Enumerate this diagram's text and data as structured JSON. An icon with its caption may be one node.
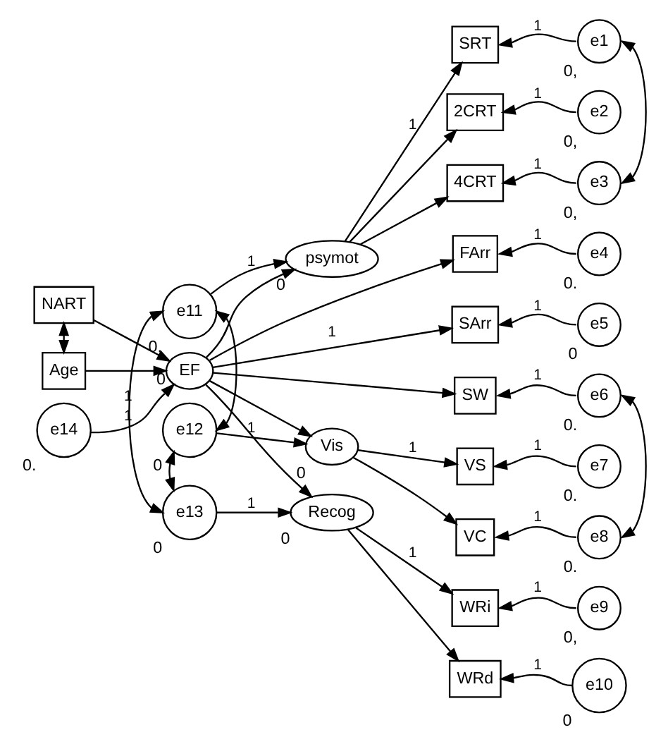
{
  "diagram": {
    "nodes": [
      {
        "text": [
          "NART"
        ]
      },
      {
        "text": [
          "Age"
        ]
      },
      {
        "text": [
          "e14"
        ],
        "beside": [
          "0."
        ]
      },
      {
        "text": [
          "EF"
        ],
        "beside": [
          "0"
        ]
      },
      {
        "text": [
          "e11"
        ],
        "beside": [
          "0,"
        ]
      },
      {
        "text": [
          "psymot"
        ],
        "beside": [
          "0"
        ]
      },
      {
        "text": [
          "e12"
        ],
        "beside": [
          "0"
        ]
      },
      {
        "text": [
          "Vis"
        ],
        "beside": [
          "0"
        ]
      },
      {
        "text": [
          "e13"
        ],
        "beside": [
          "0"
        ]
      },
      {
        "text": [
          "Recog"
        ],
        "beside": [
          "0"
        ]
      },
      {
        "text": [
          "SRT"
        ]
      },
      {
        "text": [
          "2CRT"
        ]
      },
      {
        "text": [
          "4CRT"
        ]
      },
      {
        "text": [
          "FArr"
        ]
      },
      {
        "text": [
          "SArr"
        ]
      },
      {
        "text": [
          "SW"
        ]
      },
      {
        "text": [
          "VS"
        ]
      },
      {
        "text": [
          "VC"
        ]
      },
      {
        "text": [
          "WRi"
        ]
      },
      {
        "text": [
          "WRd"
        ]
      },
      {
        "text": [
          "e1"
        ],
        "beside": [
          "0,"
        ]
      },
      {
        "text": [
          "e2"
        ],
        "beside": [
          "0,"
        ]
      },
      {
        "text": [
          "e3"
        ],
        "beside": [
          "0,"
        ]
      },
      {
        "text": [
          "e4"
        ],
        "beside": [
          "0."
        ]
      },
      {
        "text": [
          "e5"
        ],
        "beside": [
          "0"
        ]
      },
      {
        "text": [
          "e6"
        ],
        "beside": [
          "0."
        ]
      },
      {
        "text": [
          "e7"
        ],
        "beside": [
          "0."
        ]
      },
      {
        "text": [
          "e8"
        ],
        "beside": [
          "0."
        ]
      },
      {
        "text": [
          "e9"
        ],
        "beside": [
          "0,"
        ]
      },
      {
        "text": [
          "e10"
        ],
        "beside": [
          "0"
        ]
      }
    ],
    "edges": [
      {
        "from": 0,
        "to": 1,
        "arrow": "both"
      },
      {
        "from": 0,
        "to": 3,
        "arrow": "to"
      },
      {
        "from": 1,
        "to": 3,
        "arrow": "to"
      },
      {
        "from": 2,
        "to": 3,
        "arrow": "to",
        "label": "1"
      },
      {
        "from": 3,
        "to": 5,
        "arrow": "to"
      },
      {
        "from": 3,
        "to": 13,
        "arrow": "to"
      },
      {
        "from": 3,
        "to": 14,
        "arrow": "to",
        "label": "1"
      },
      {
        "from": 3,
        "to": 15,
        "arrow": "to"
      },
      {
        "from": 3,
        "to": 7,
        "arrow": "to"
      },
      {
        "from": 3,
        "to": 9,
        "arrow": "to"
      },
      {
        "from": 4,
        "to": 5,
        "arrow": "to",
        "label": "1"
      },
      {
        "from": 5,
        "to": 10,
        "arrow": "to",
        "label": "1"
      },
      {
        "from": 5,
        "to": 11,
        "arrow": "to"
      },
      {
        "from": 5,
        "to": 12,
        "arrow": "to"
      },
      {
        "from": 6,
        "to": 7,
        "arrow": "to",
        "label": "1"
      },
      {
        "from": 7,
        "to": 16,
        "arrow": "to",
        "label": "1"
      },
      {
        "from": 7,
        "to": 17,
        "arrow": "to"
      },
      {
        "from": 8,
        "to": 9,
        "arrow": "to",
        "label": "1"
      },
      {
        "from": 9,
        "to": 18,
        "arrow": "to",
        "label": "1"
      },
      {
        "from": 9,
        "to": 19,
        "arrow": "to"
      },
      {
        "from": 20,
        "to": 10,
        "arrow": "to",
        "label": "1"
      },
      {
        "from": 21,
        "to": 11,
        "arrow": "to",
        "label": "1"
      },
      {
        "from": 22,
        "to": 12,
        "arrow": "to",
        "label": "1"
      },
      {
        "from": 23,
        "to": 13,
        "arrow": "to",
        "label": "1"
      },
      {
        "from": 24,
        "to": 14,
        "arrow": "to",
        "label": "1"
      },
      {
        "from": 25,
        "to": 15,
        "arrow": "to",
        "label": "1"
      },
      {
        "from": 26,
        "to": 16,
        "arrow": "to",
        "label": "1"
      },
      {
        "from": 27,
        "to": 17,
        "arrow": "to",
        "label": "1"
      },
      {
        "from": 28,
        "to": 18,
        "arrow": "to",
        "label": "1"
      },
      {
        "from": 29,
        "to": 19,
        "arrow": "to",
        "label": "1"
      },
      {
        "from": 20,
        "to": 22,
        "arrow": "both"
      },
      {
        "from": 25,
        "to": 27,
        "arrow": "both"
      },
      {
        "from": 4,
        "to": 6,
        "arrow": "both"
      },
      {
        "from": 4,
        "to": 8,
        "arrow": "both",
        "label": "1"
      },
      {
        "from": 6,
        "to": 8,
        "arrow": "both"
      }
    ]
  }
}
